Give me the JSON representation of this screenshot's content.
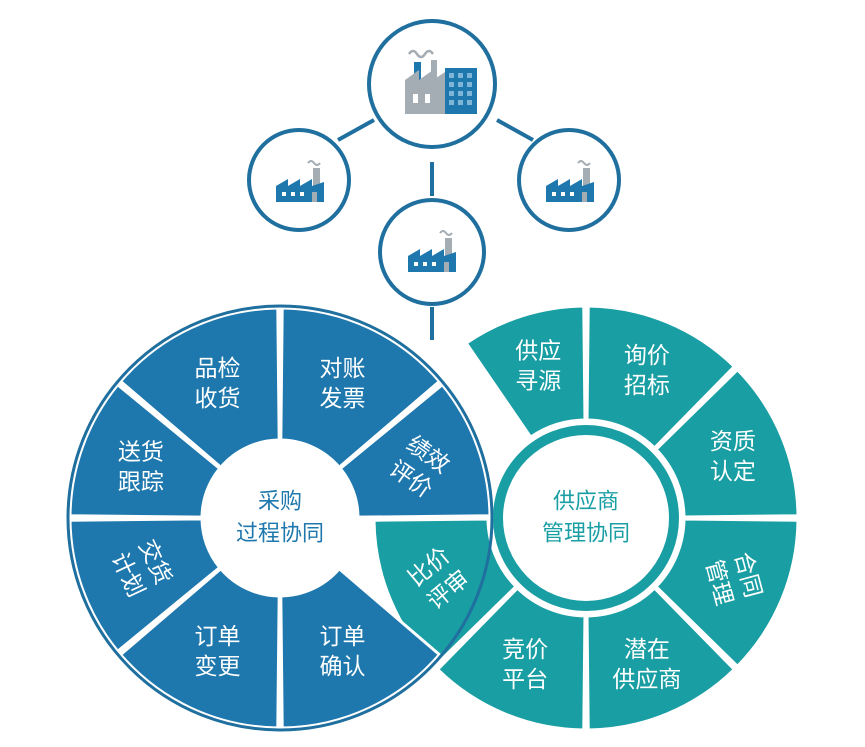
{
  "colors": {
    "blue": "#1f78ad",
    "teal": "#199ea3",
    "ring_blue": "#1f6f9f",
    "gray": "#a5adb4",
    "white": "#ffffff"
  },
  "factories": {
    "main": {
      "icon": "factory-large-icon"
    },
    "left": {
      "icon": "factory-icon"
    },
    "right": {
      "icon": "factory-icon"
    },
    "bottom": {
      "icon": "factory-icon"
    }
  },
  "procurement": {
    "hub": {
      "line1": "采购",
      "line2": "过程协同"
    },
    "segments": [
      {
        "line1": "品检",
        "line2": "收货"
      },
      {
        "line1": "对账",
        "line2": "发票"
      },
      {
        "line1": "绩效",
        "line2": "评价"
      },
      {
        "line1": "订单",
        "line2": "确认"
      },
      {
        "line1": "订单",
        "line2": "变更"
      },
      {
        "line1": "交货",
        "line2": "计划"
      },
      {
        "line1": "送货",
        "line2": "跟踪"
      }
    ]
  },
  "supplier": {
    "hub": {
      "line1": "供应商",
      "line2": "管理协同"
    },
    "segments": [
      {
        "line1": "供应",
        "line2": "寻源"
      },
      {
        "line1": "询价",
        "line2": "招标"
      },
      {
        "line1": "资质",
        "line2": "认定"
      },
      {
        "line1": "合同",
        "line2": "管理"
      },
      {
        "line1": "潜在",
        "line2": "供应商"
      },
      {
        "line1": "竞价",
        "line2": "平台"
      },
      {
        "line1": "比价",
        "line2": "评审"
      }
    ]
  }
}
